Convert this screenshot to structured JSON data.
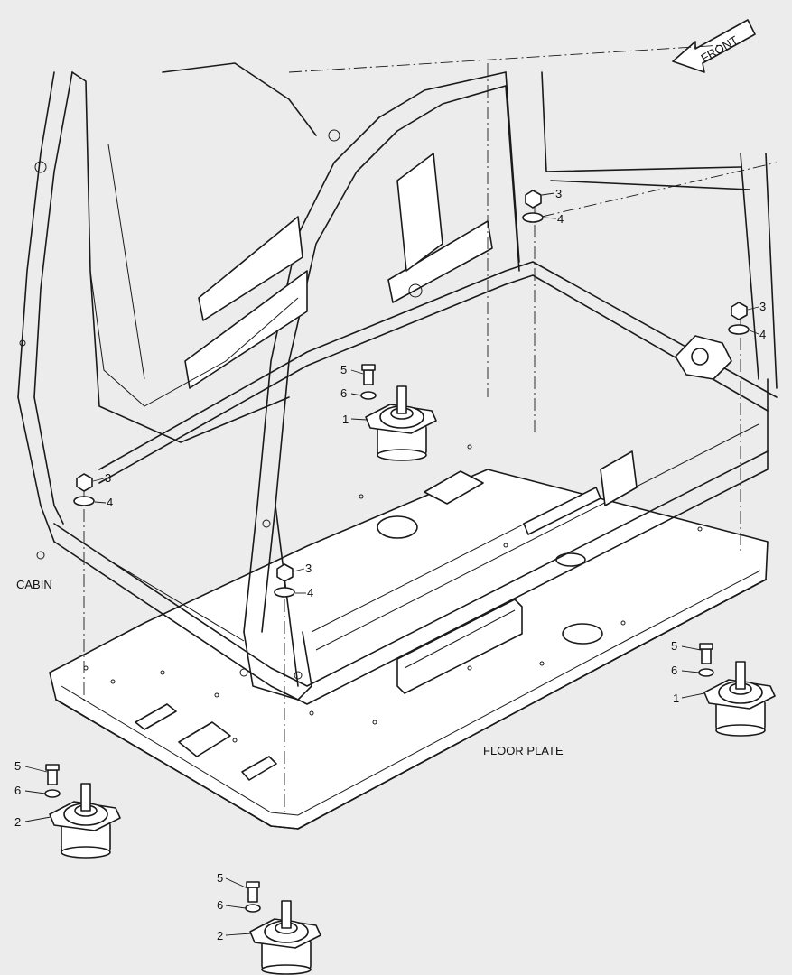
{
  "labels": {
    "front": "FRONT",
    "cabin": "CABIN",
    "floor_plate": "FLOOR PLATE"
  },
  "callouts": {
    "c1": "1",
    "c2": "2",
    "c3": "3",
    "c4": "4",
    "c5": "5",
    "c6": "6"
  },
  "colors": {
    "background": "#ececec",
    "line": "#1a1a1a",
    "part_fill": "#ffffff"
  }
}
